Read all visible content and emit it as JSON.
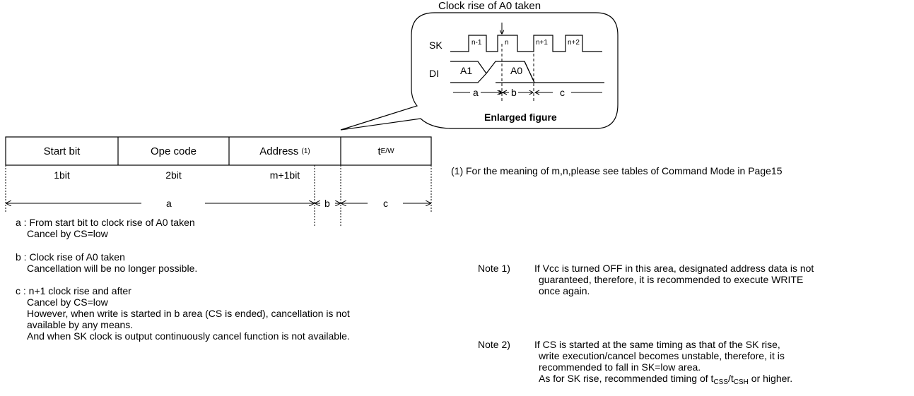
{
  "bubble": {
    "caption": "Clock rise of A0 taken",
    "sk_label": "SK",
    "di_label": "DI",
    "pulses": [
      "n-1",
      "n",
      "n+1",
      "n+2"
    ],
    "di_a1": "A1",
    "di_a0": "A0",
    "seg_a": "a",
    "seg_b": "b",
    "seg_c": "c",
    "enlarged": "Enlarged figure"
  },
  "table": {
    "cols": [
      "Start bit",
      "Ope code",
      "Address",
      "t"
    ],
    "address_note": "(1)",
    "twe_sub": "E/W",
    "bits": [
      "1bit",
      "2bit",
      "m+1bit"
    ]
  },
  "arrows": {
    "a": "a",
    "b": "b",
    "c": "c"
  },
  "footnote": "(1) For the meaning of m,n,please see tables of Command Mode in Page15",
  "defs": {
    "a_title": "a : From start bit to clock rise of A0 taken",
    "a_l1": "Cancel by CS=low",
    "b_title": "b : Clock rise of A0 taken",
    "b_l1": "Cancellation will be no longer possible.",
    "c_title": "c : n+1 clock rise and after",
    "c_l1": "Cancel by CS=low",
    "c_l2": "However, when write is started in b area (CS is ended), cancellation is not",
    "c_l3": "available by any means.",
    "c_l4": "And when SK clock is output continuously cancel function is not available."
  },
  "notes": {
    "n1_label": "Note 1)",
    "n1_l1": "If Vcc is turned OFF in this area, designated address data is not",
    "n1_l2": "guaranteed, therefore, it is recommended to execute WRITE",
    "n1_l3": "once again.",
    "n2_label": "Note 2)",
    "n2_l1": "If CS is started at the same timing as that of the SK rise,",
    "n2_l2": "write execution/cancel becomes unstable, therefore, it is",
    "n2_l3": "recommended to fall in SK=low area.",
    "n2_l4_pre": "As for SK rise, recommended timing of t",
    "n2_l4_s1": "CSS",
    "n2_l4_mid": "/t",
    "n2_l4_s2": "CSH",
    "n2_l4_post": " or higher."
  }
}
